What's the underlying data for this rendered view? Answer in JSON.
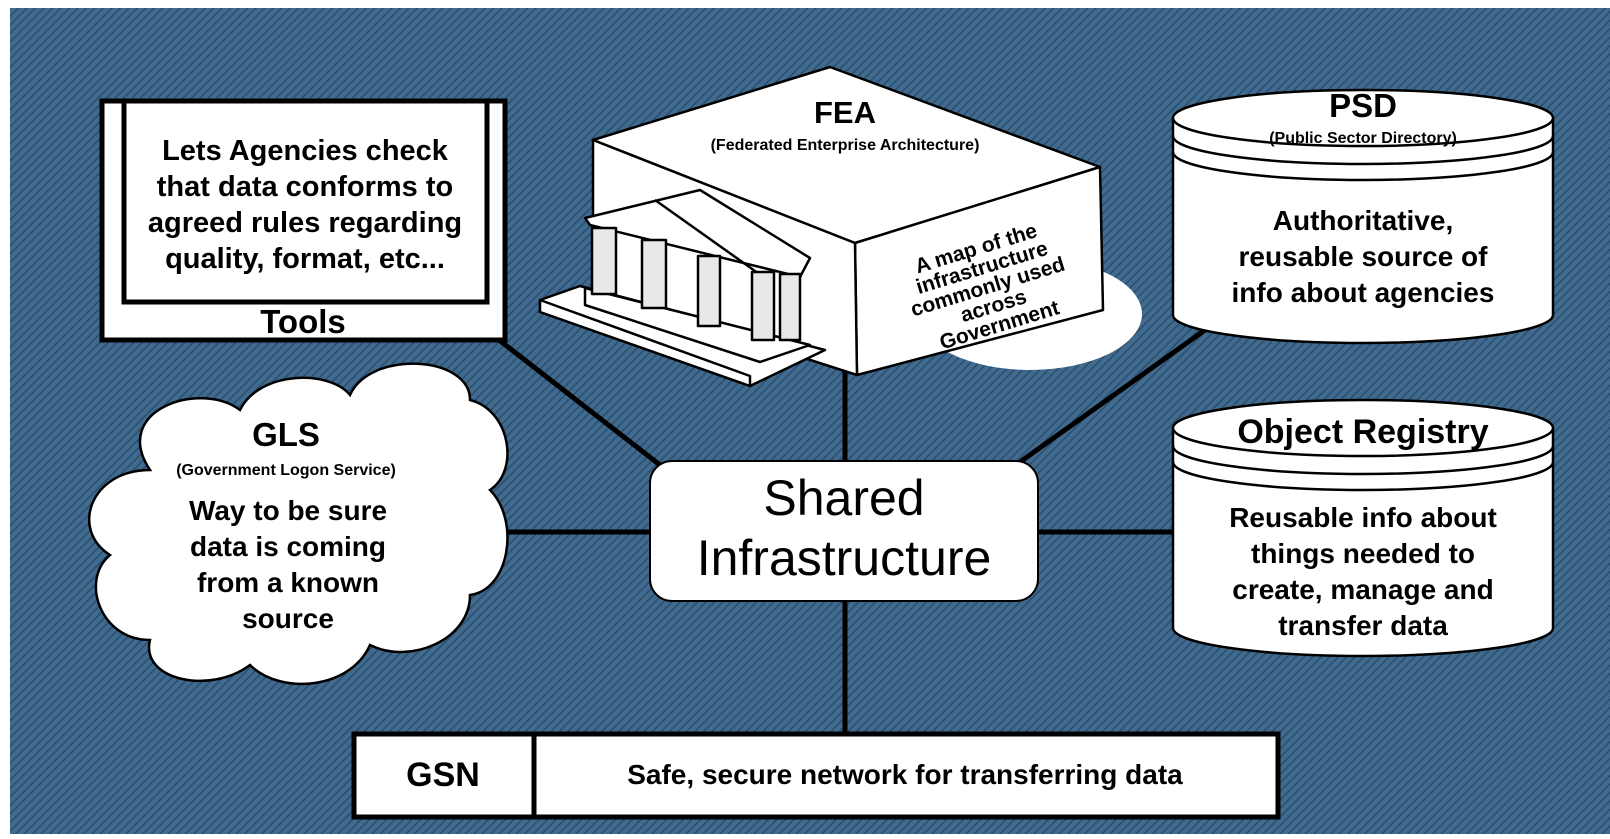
{
  "colors": {
    "background": "#406b8f",
    "stripe": "#2a4d6d",
    "box_fill": "#ffffff",
    "outline": "#000000"
  },
  "center": {
    "line1": "Shared",
    "line2": "Infrastructure"
  },
  "tools": {
    "title": "Tools",
    "lines": [
      "Lets Agencies check",
      "that data conforms to",
      "agreed rules regarding",
      "quality, format, etc..."
    ]
  },
  "fea": {
    "title": "FEA",
    "subtitle": "(Federated Enterprise Architecture)",
    "side_lines": [
      "A map of the",
      "infrastructure",
      "commonly used",
      "across",
      "Government"
    ]
  },
  "psd": {
    "title": "PSD",
    "subtitle": "(Public Sector Directory)",
    "lines": [
      "Authoritative,",
      "reusable source of",
      "info about agencies"
    ]
  },
  "gls": {
    "title": "GLS",
    "subtitle": "(Government Logon Service)",
    "lines": [
      "Way to be sure",
      "data is coming",
      "from a known",
      "source"
    ]
  },
  "object_registry": {
    "title": "Object Registry",
    "lines": [
      "Reusable info about",
      "things needed to",
      "create, manage and",
      "transfer data"
    ]
  },
  "gsn": {
    "label": "GSN",
    "description": "Safe, secure network for transferring data"
  }
}
